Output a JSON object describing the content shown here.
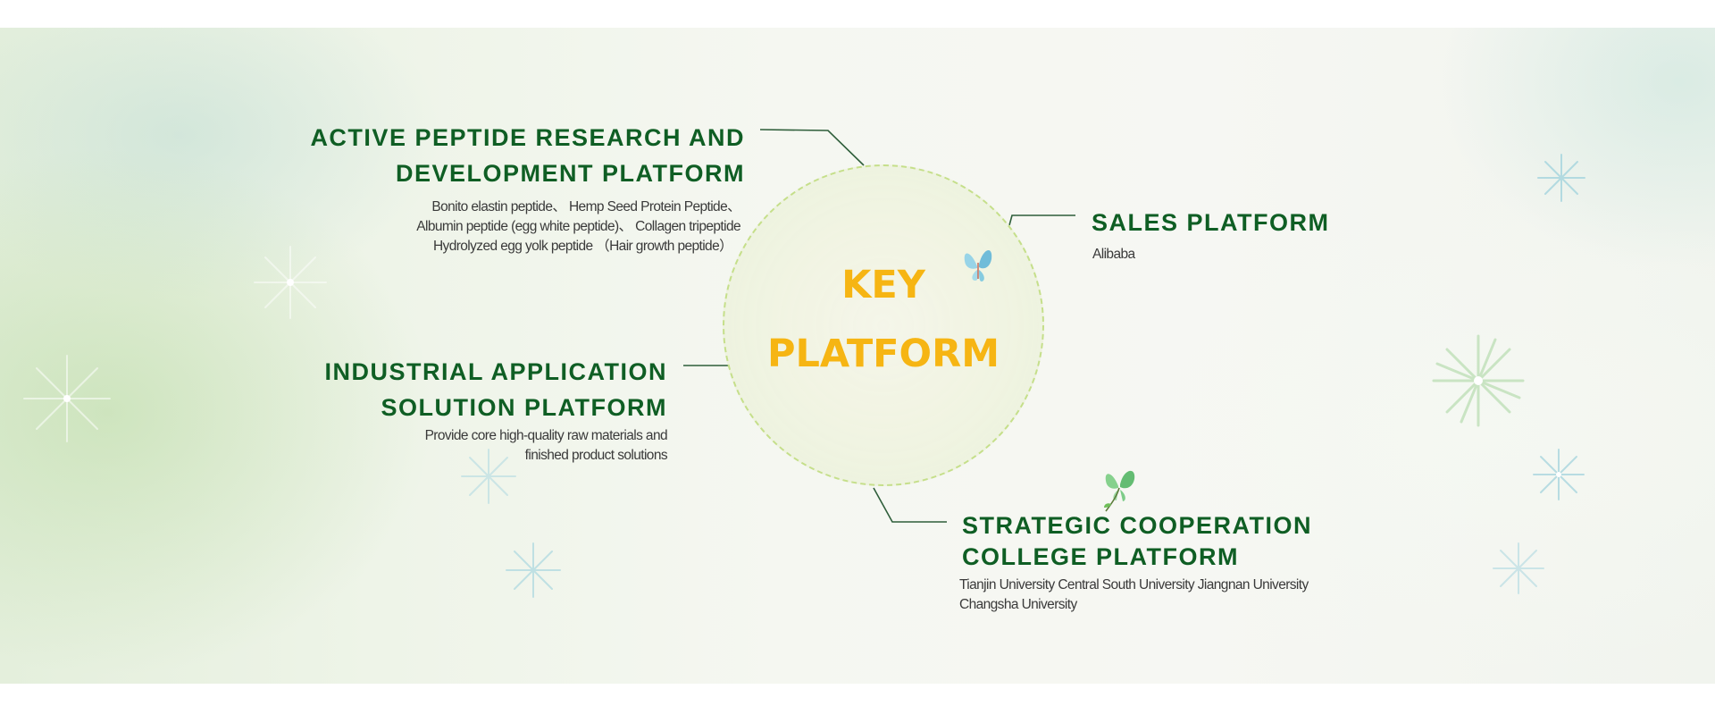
{
  "center": {
    "line1": "KEY",
    "line2": "PLATFORM"
  },
  "platforms": {
    "active_peptide": {
      "title_line1": "ACTIVE PEPTIDE RESEARCH AND",
      "title_line2": "DEVELOPMENT PLATFORM",
      "desc_line1": "Bonito elastin peptide、 Hemp Seed Protein Peptide、",
      "desc_line2": "Albumin peptide (egg white peptide)、 Collagen tripeptide",
      "desc_line3": "Hydrolyzed egg yolk peptide （Hair growth peptide）"
    },
    "sales": {
      "title": "SALES PLATFORM",
      "desc": "Alibaba"
    },
    "industrial": {
      "title_line1": "INDUSTRIAL APPLICATION",
      "title_line2": "SOLUTION PLATFORM",
      "desc_line1": "Provide core high-quality raw materials and",
      "desc_line2": "finished product solutions"
    },
    "strategic": {
      "title_line1": "STRATEGIC COOPERATION",
      "title_line2": "COLLEGE PLATFORM",
      "desc_line1": "Tianjin University  Central South University  Jiangnan University",
      "desc_line2": "Changsha University"
    }
  },
  "colors": {
    "title_green": "#0f5e24",
    "accent_orange": "#f6b513",
    "circle_border": "#c5df8a",
    "connector": "#2e5e3a"
  },
  "icons": [
    "butterfly-blue-icon",
    "butterfly-green-icon",
    "dandelion-flower-icon"
  ]
}
